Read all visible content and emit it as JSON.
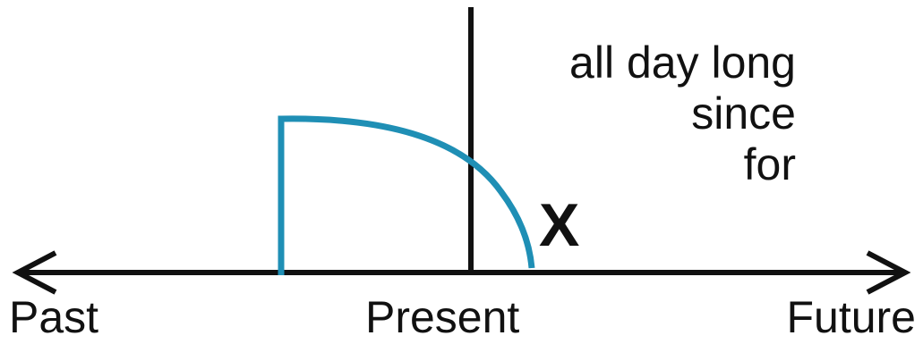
{
  "timeline": {
    "past_label": "Past",
    "present_label": "Present",
    "future_label": "Future"
  },
  "words": [
    "all day long",
    "since",
    "for"
  ],
  "marker": "X",
  "colors": {
    "axis": "#111111",
    "curve": "#1f8fb5",
    "text": "#111111"
  }
}
